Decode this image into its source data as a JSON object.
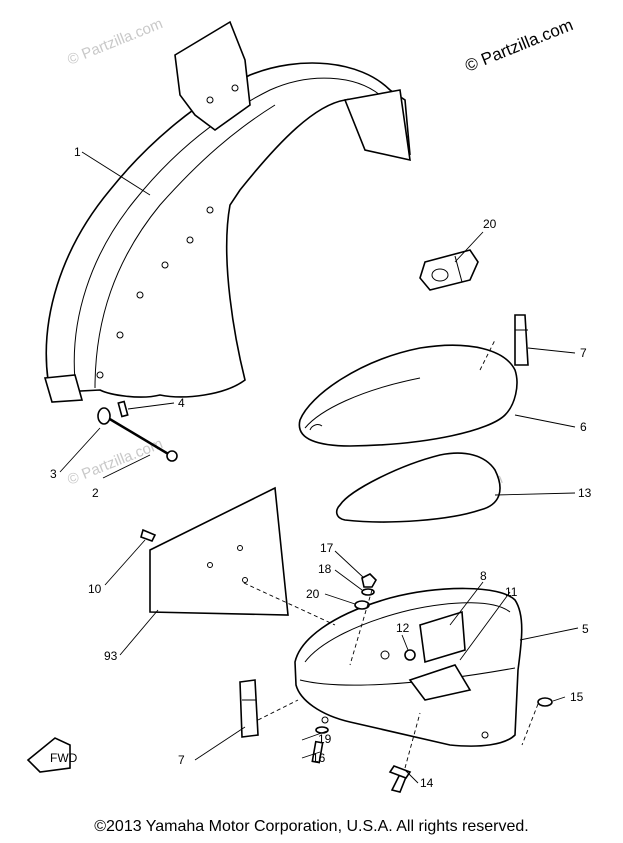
{
  "watermark": {
    "main": "© Partzilla.com",
    "faint": "© Partzilla.com"
  },
  "footer": {
    "copyright": "©2013 Yamaha Motor Corporation, U.S.A. All rights reserved."
  },
  "callouts": {
    "c1": "1",
    "c2": "2",
    "c3": "3",
    "c4": "4",
    "c5": "5",
    "c6": "6",
    "c7a": "7",
    "c7b": "7",
    "c8": "8",
    "c10": "10",
    "c11": "11",
    "c12": "12",
    "c13": "13",
    "c14": "14",
    "c15": "15",
    "c16": "16",
    "c17": "17",
    "c18": "18",
    "c19": "19",
    "c20a": "20",
    "c20b": "20",
    "c93": "93"
  },
  "fwd_mark": "FWD"
}
